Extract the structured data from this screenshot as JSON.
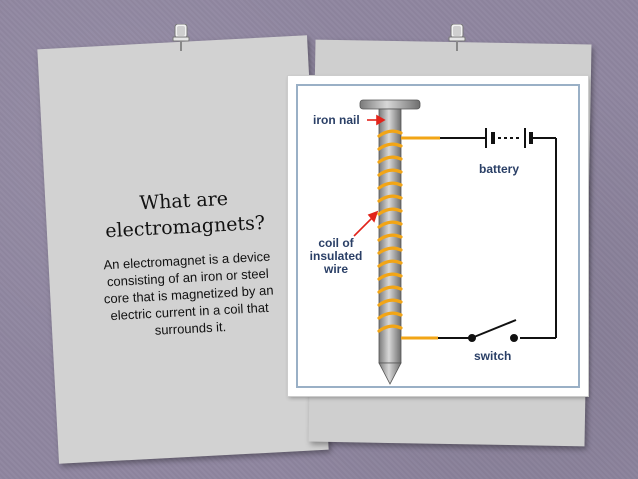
{
  "slide": {
    "title_line1": "What are",
    "title_line2": "electromagnets?",
    "paragraph_lines": [
      "An electromagnet is a device",
      "consisting of an iron or steel",
      "core that is magnetized by an",
      "electric current in a coil that",
      "surrounds it."
    ]
  },
  "diagram": {
    "labels": {
      "iron_nail": "iron nail",
      "battery": "battery",
      "coil_line1": "coil of",
      "coil_line2": "insulated",
      "coil_line3": "wire",
      "switch": "switch"
    },
    "colors": {
      "coil": "#f2a516",
      "nail": "#9a9a9a",
      "arrow": "#e2231a",
      "label": "#2a3f66"
    }
  }
}
